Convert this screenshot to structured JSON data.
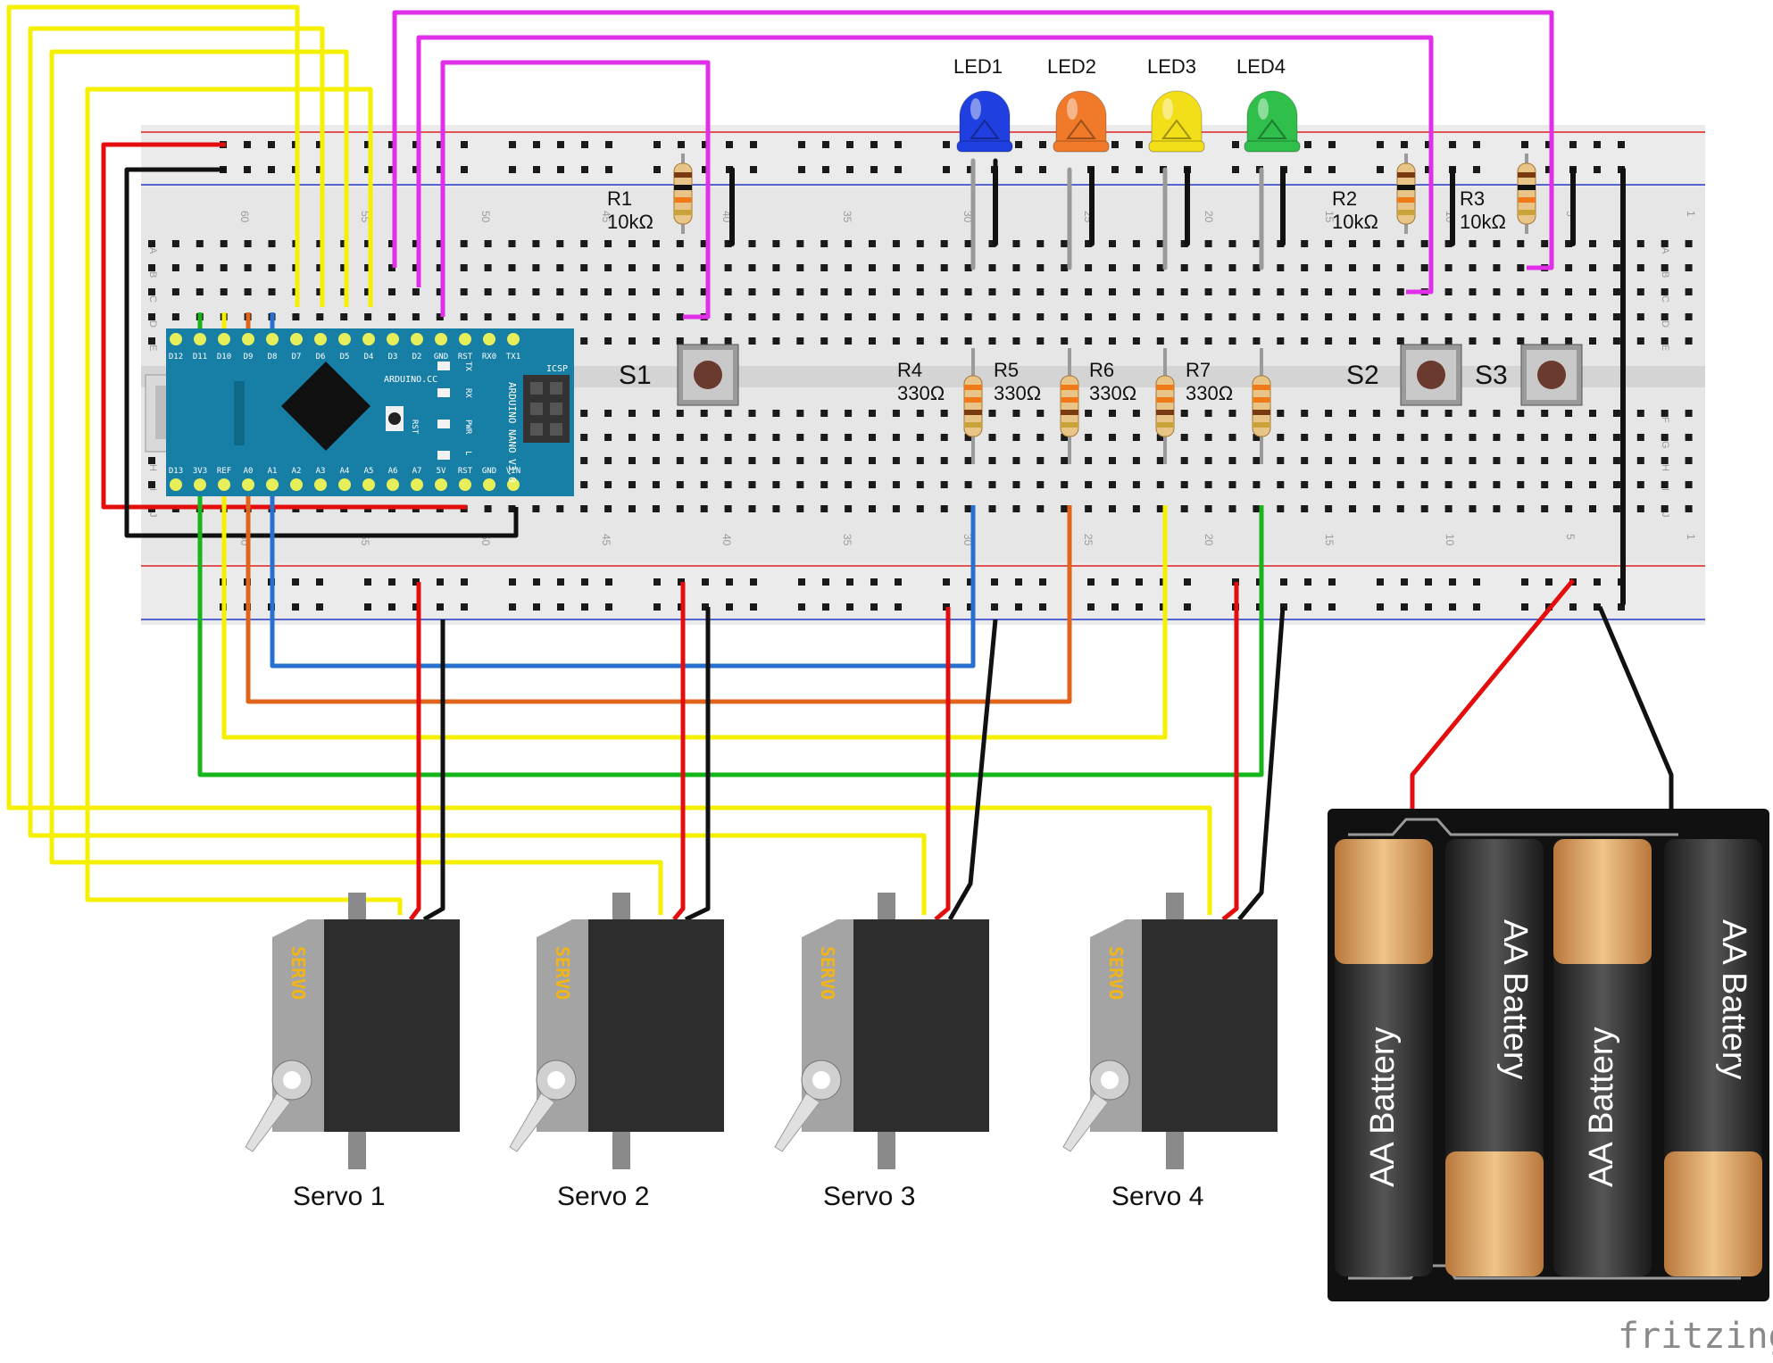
{
  "diagram": {
    "watermark": "fritzing",
    "led_labels": [
      "LED1",
      "LED2",
      "LED3",
      "LED4"
    ],
    "led_colors": [
      "#1f3fe0",
      "#f07a2a",
      "#f2df1a",
      "#2fbf4a"
    ],
    "resistors": [
      {
        "name": "R1",
        "value": "10kΩ"
      },
      {
        "name": "R2",
        "value": "10kΩ"
      },
      {
        "name": "R3",
        "value": "10kΩ"
      },
      {
        "name": "R4",
        "value": "330Ω"
      },
      {
        "name": "R5",
        "value": "330Ω"
      },
      {
        "name": "R6",
        "value": "330Ω"
      },
      {
        "name": "R7",
        "value": "330Ω"
      }
    ],
    "switches": [
      "S1",
      "S2",
      "S3"
    ],
    "servo_labels": [
      "Servo 1",
      "Servo 2",
      "Servo 3",
      "Servo 4"
    ],
    "servo_body_text": "SERVO",
    "battery_text": "AA Battery",
    "breadboard_rows": [
      "A",
      "B",
      "C",
      "D",
      "E",
      "F",
      "G",
      "H",
      "I",
      "J"
    ],
    "breadboard_numbers": [
      "60",
      "55",
      "50",
      "45",
      "40",
      "35",
      "30",
      "25",
      "20",
      "15",
      "10",
      "5",
      "1"
    ],
    "nano": {
      "top_pins": [
        "D12",
        "D11",
        "D10",
        "D9",
        "D8",
        "D7",
        "D6",
        "D5",
        "D4",
        "D3",
        "D2",
        "GND",
        "RST",
        "RX0",
        "TX1"
      ],
      "bottom_pins": [
        "D13",
        "3V3",
        "REF",
        "A0",
        "A1",
        "A2",
        "A3",
        "A4",
        "A5",
        "A6",
        "A7",
        "5V",
        "RST",
        "GND",
        "VIN"
      ],
      "brand": "ARDUINO.CC",
      "model": "ARDUINO NANO V3.0",
      "icsp": "ICSP",
      "leds": [
        "TX",
        "RX",
        "PWR",
        "L"
      ],
      "rst": "RST"
    },
    "wire_colors": {
      "yellow": "#f5ef00",
      "magenta": "#e12ee8",
      "red": "#e30d0d",
      "black": "#111111",
      "green": "#16b51b",
      "blue": "#2870d0",
      "orange": "#e0641b",
      "grey": "#9a9a9a"
    }
  }
}
